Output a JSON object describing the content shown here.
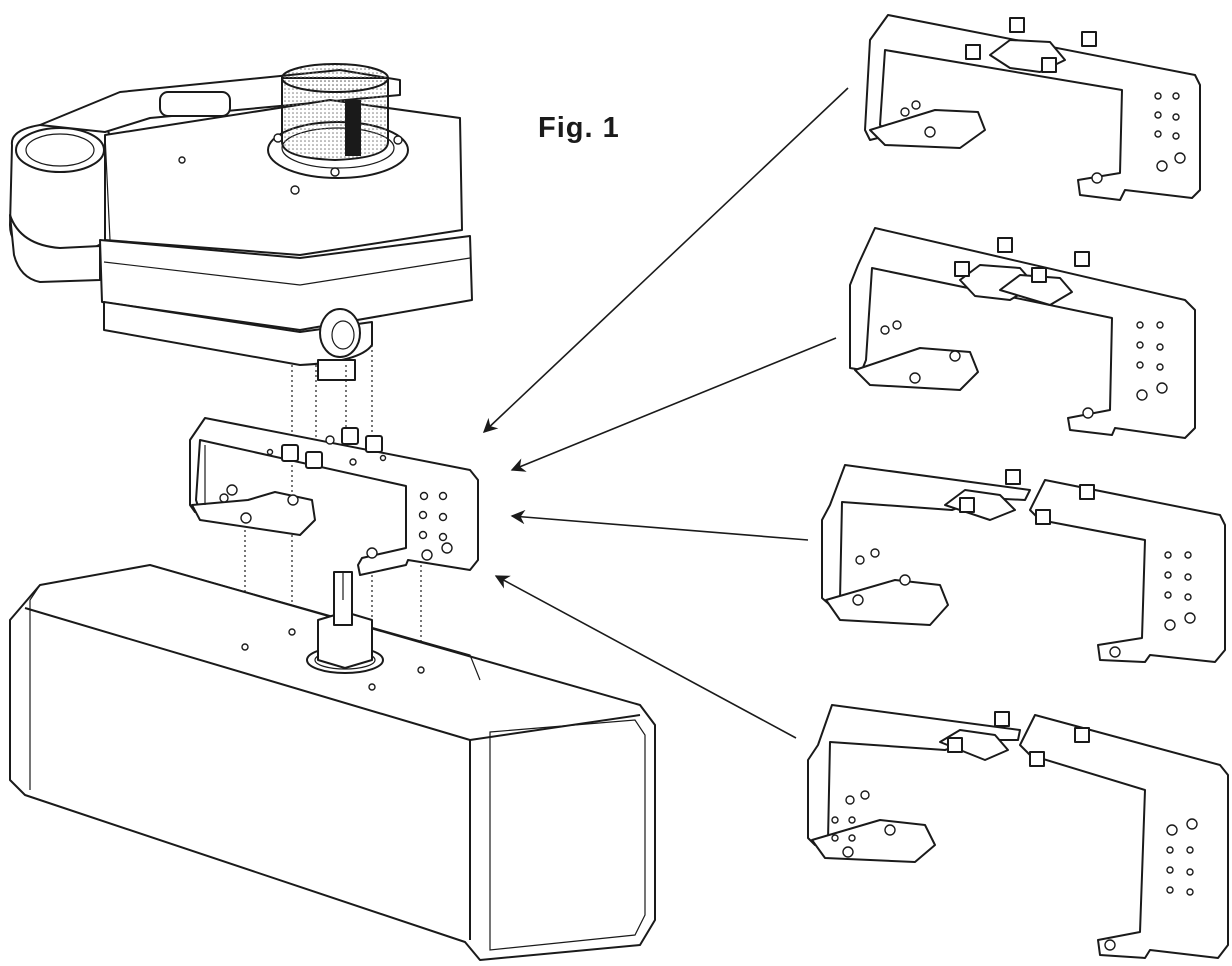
{
  "figure": {
    "label": "Fig. 1"
  },
  "colors": {
    "line": "#1a1a1a",
    "background": "#ffffff",
    "knob_dots": "#bdbdbd",
    "knob_stripe": "#1a1a1a"
  },
  "parts": {
    "actuator_top": "positioner-housing",
    "bracket": "mounting-bracket",
    "actuator_body": "pneumatic-actuator",
    "bracket_variants": 4
  }
}
